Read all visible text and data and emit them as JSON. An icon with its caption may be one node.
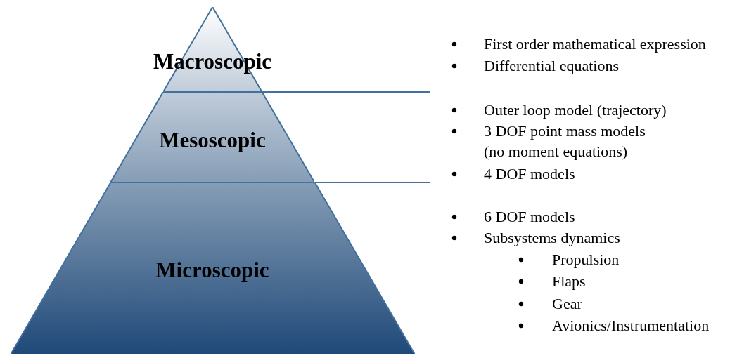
{
  "diagram": {
    "nodes": [
      {
        "text": [
          "Macroscopic"
        ],
        "beside": [
          "First order mathematical expression",
          "Differential equations"
        ]
      },
      {
        "text": [
          "Mesoscopic"
        ],
        "beside": [
          "Outer loop model (trajectory)",
          "3 DOF point mass models (no moment equations)",
          "4 DOF models"
        ]
      },
      {
        "text": [
          "Microscopic"
        ],
        "beside": [
          "6 DOF models",
          "Subsystems dynamics",
          "Propulsion",
          "Flaps",
          "Gear",
          "Avionics/Instrumentation"
        ]
      }
    ]
  }
}
